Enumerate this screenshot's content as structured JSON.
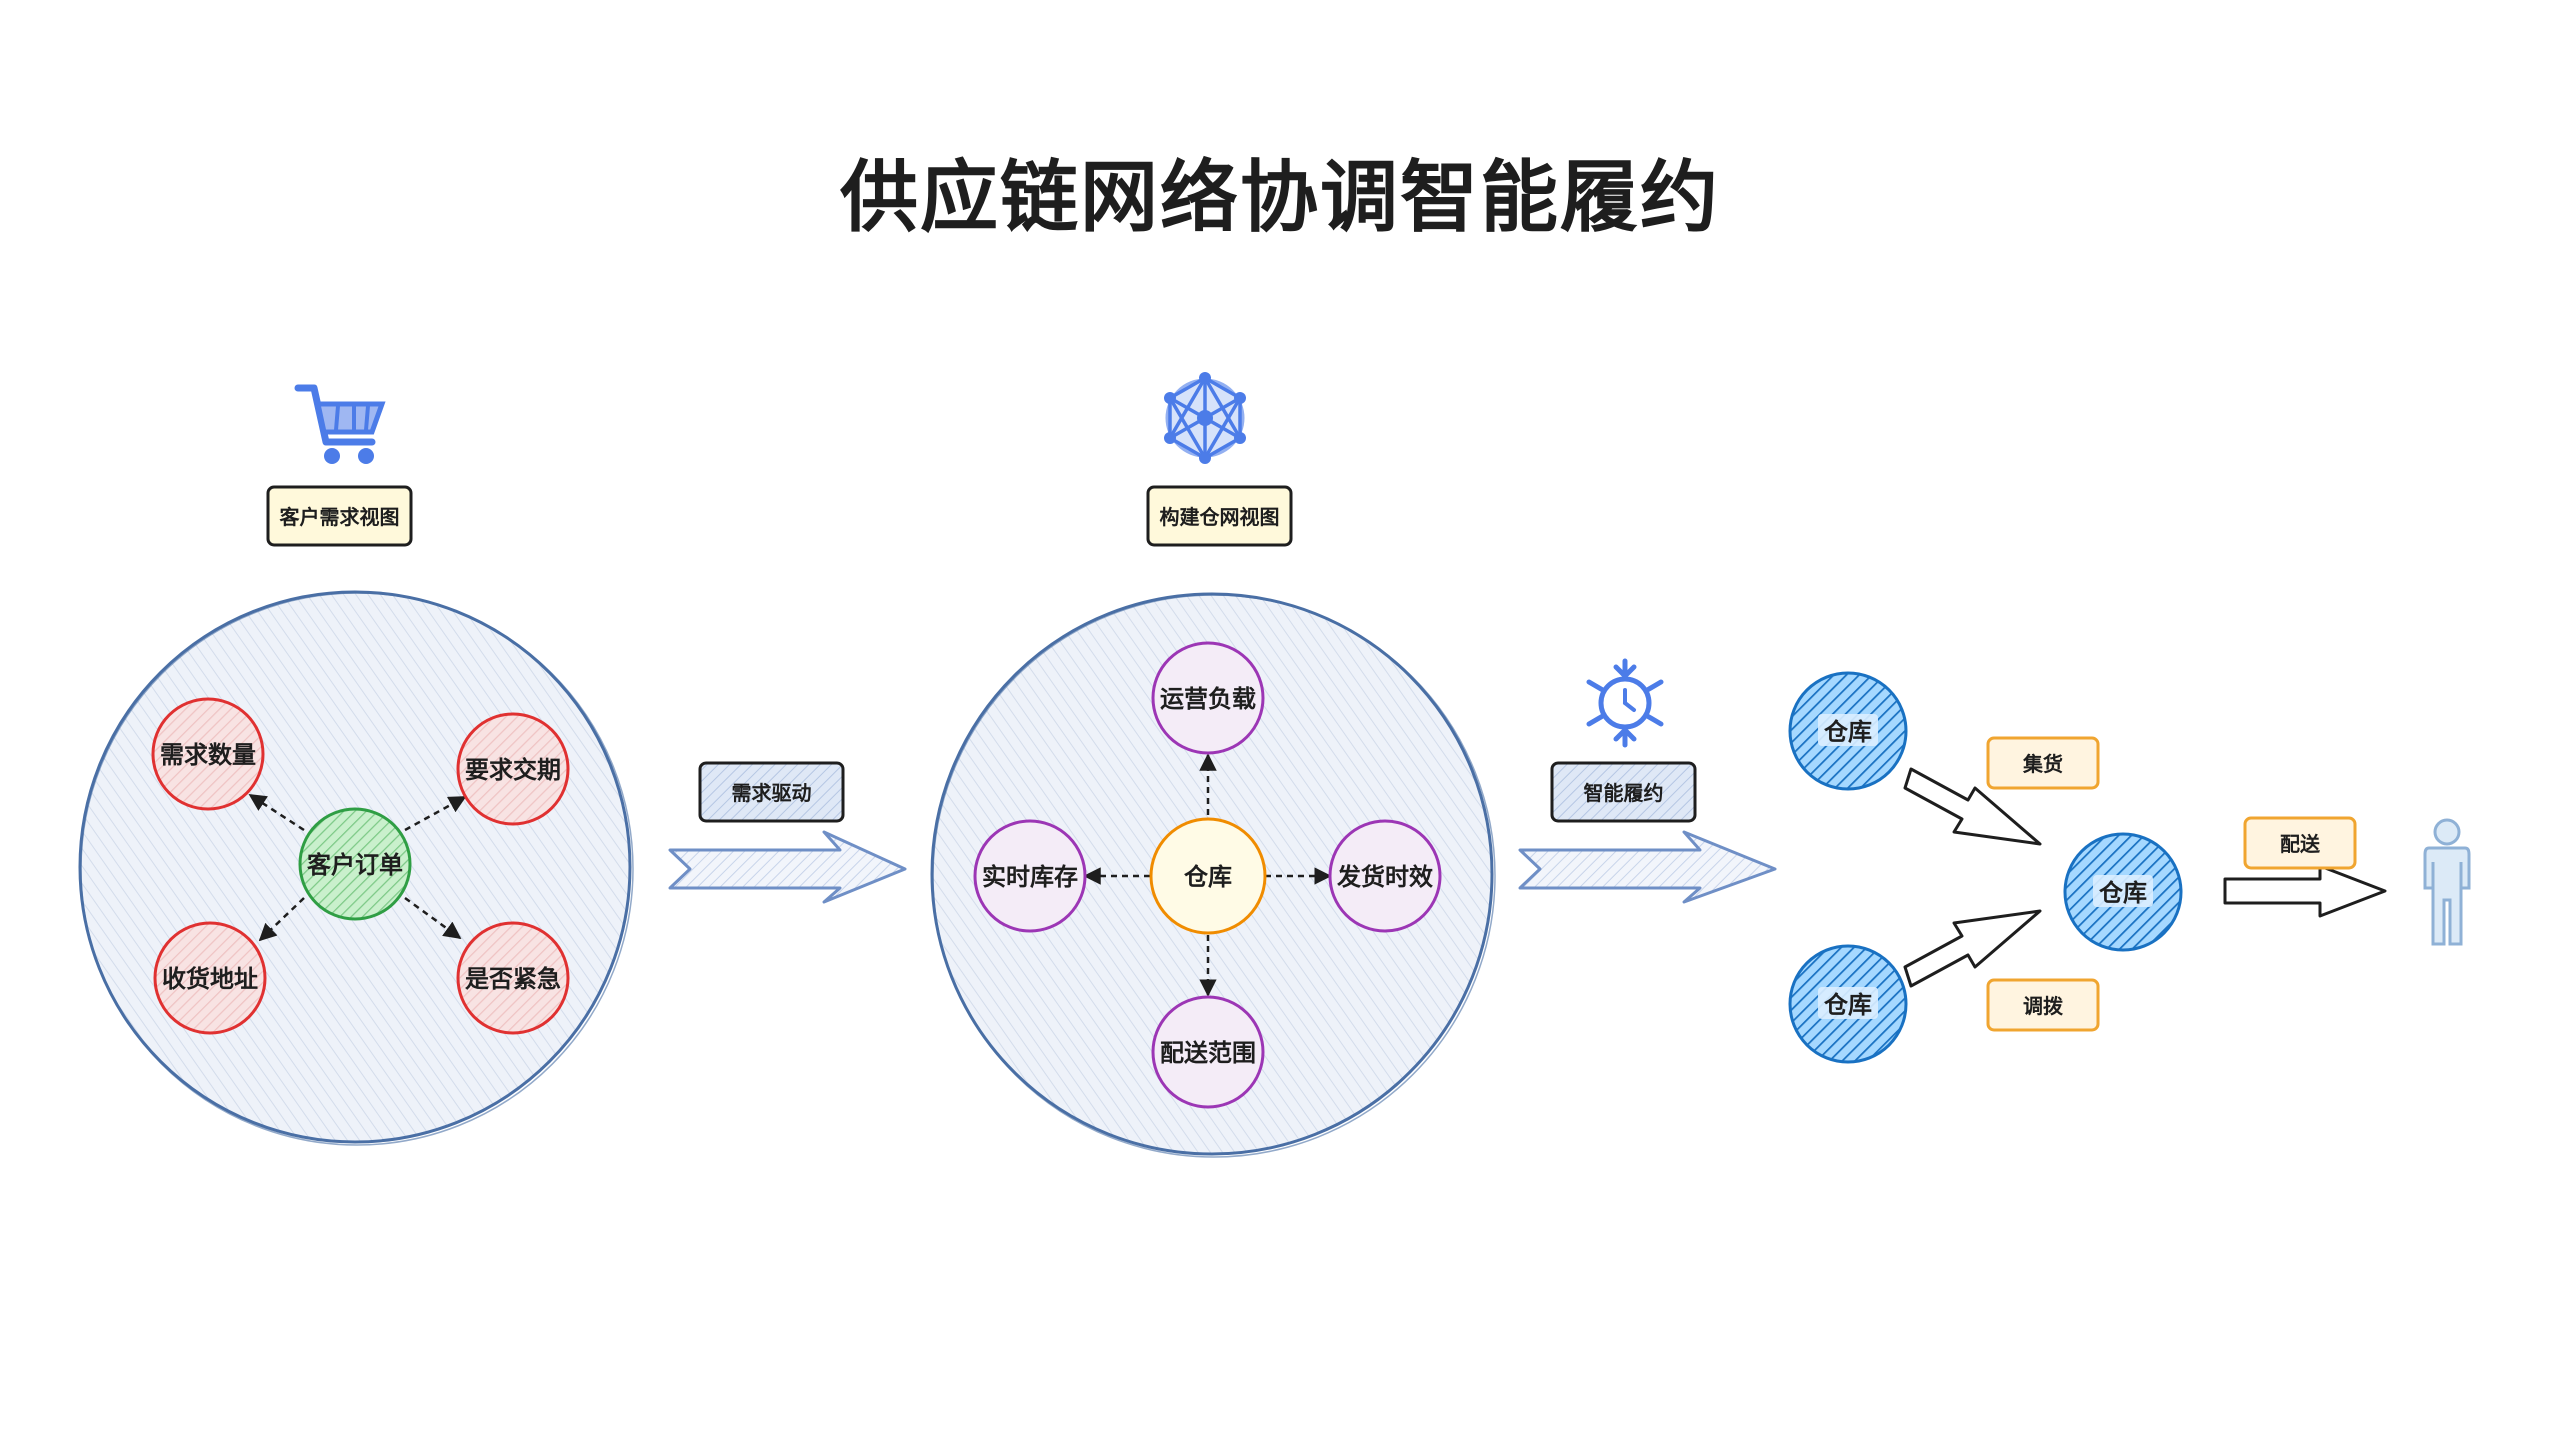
{
  "title": "供应链网络协调智能履约",
  "colors": {
    "stroke_dark": "#1e1e1e",
    "big_circle_stroke": "#4a6fa5",
    "big_circle_fill": "#e6ecf6",
    "red": "#e03131",
    "red_fill": "#f6d4d4",
    "green": "#2f9e44",
    "green_fill": "#b2f2bb",
    "purple": "#9c36b5",
    "purple_fill": "#eee2f2",
    "yellow": "#f08c00",
    "yellow_fill": "#fff3bf",
    "blue": "#1971c2",
    "blue_fill": "#a5d8ff",
    "icon_blue": "#4c7ce8"
  },
  "icons": {
    "cart": "shopping-cart-icon",
    "network": "network-graph-icon",
    "snowflake": "snowflake-clock-icon",
    "person": "person-icon"
  },
  "customer_view": {
    "label": "客户需求视图",
    "center": "客户订单",
    "nodes": [
      "需求数量",
      "要求交期",
      "收货地址",
      "是否紧急"
    ]
  },
  "arrow1_label": "需求驱动",
  "warehouse_view": {
    "label": "构建仓网视图",
    "center": "仓库",
    "nodes": [
      "运营负载",
      "实时库存",
      "发货时效",
      "配送范围"
    ]
  },
  "arrow2_label": "智能履约",
  "fulfillment": {
    "warehouse_top": "仓库",
    "warehouse_bottom": "仓库",
    "warehouse_hub": "仓库",
    "collect_label": "集货",
    "transfer_label": "调拨",
    "deliver_label": "配送"
  }
}
